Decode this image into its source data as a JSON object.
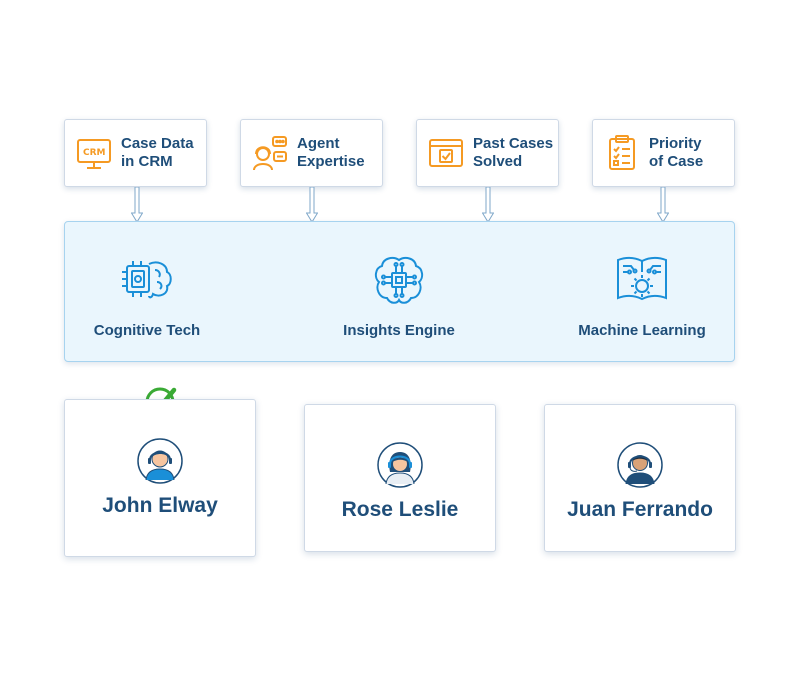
{
  "inputs": [
    {
      "label": "Case Data\nin CRM",
      "icon": "crm-monitor-icon"
    },
    {
      "label": "Agent\nExpertise",
      "icon": "agent-chat-icon"
    },
    {
      "label": "Past Cases\nSolved",
      "icon": "solved-window-icon"
    },
    {
      "label": "Priority\nof Case",
      "icon": "clipboard-checklist-icon"
    }
  ],
  "engine": {
    "modules": [
      {
        "label": "Cognitive Tech",
        "icon": "chip-brain-icon"
      },
      {
        "label": "Insights Engine",
        "icon": "circuit-brain-icon"
      },
      {
        "label": "Machine Learning",
        "icon": "book-gear-icon"
      }
    ]
  },
  "agents": [
    {
      "name": "John Elway",
      "selected": true
    },
    {
      "name": "Rose Leslie",
      "selected": false
    },
    {
      "name": "Juan Ferrando",
      "selected": false
    }
  ],
  "colors": {
    "accent_orange": "#f59a23",
    "primary_blue": "#1f4e79",
    "icon_blue": "#1a8fd8",
    "check_green": "#3aaa35",
    "engine_bg": "#eaf6fd"
  }
}
